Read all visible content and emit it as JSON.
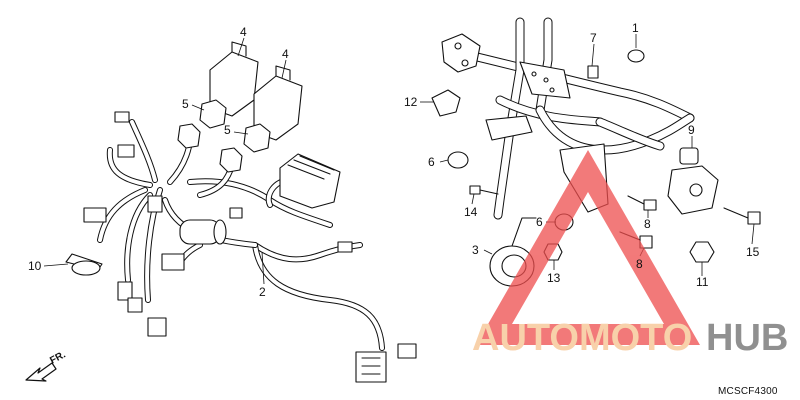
{
  "diagram": {
    "callouts": [
      {
        "id": "1",
        "label": "1"
      },
      {
        "id": "2",
        "label": "2"
      },
      {
        "id": "3",
        "label": "3"
      },
      {
        "id": "4a",
        "label": "4"
      },
      {
        "id": "4b",
        "label": "4"
      },
      {
        "id": "5a",
        "label": "5"
      },
      {
        "id": "5b",
        "label": "5"
      },
      {
        "id": "6a",
        "label": "6"
      },
      {
        "id": "6b",
        "label": "6"
      },
      {
        "id": "7",
        "label": "7"
      },
      {
        "id": "8a",
        "label": "8"
      },
      {
        "id": "8b",
        "label": "8"
      },
      {
        "id": "9",
        "label": "9"
      },
      {
        "id": "10",
        "label": "10"
      },
      {
        "id": "11",
        "label": "11"
      },
      {
        "id": "12",
        "label": "12"
      },
      {
        "id": "13",
        "label": "13"
      },
      {
        "id": "14",
        "label": "14"
      },
      {
        "id": "15",
        "label": "15"
      }
    ],
    "direction_label": "FR.",
    "diagram_code": "MCSCF4300"
  },
  "watermark": {
    "text_light": "AUTOMOTO",
    "text_dark": "HUB",
    "color_light": "#f6c28e",
    "color_dark": "#6b6b6b",
    "triangle_color": "#ee4d4d"
  }
}
